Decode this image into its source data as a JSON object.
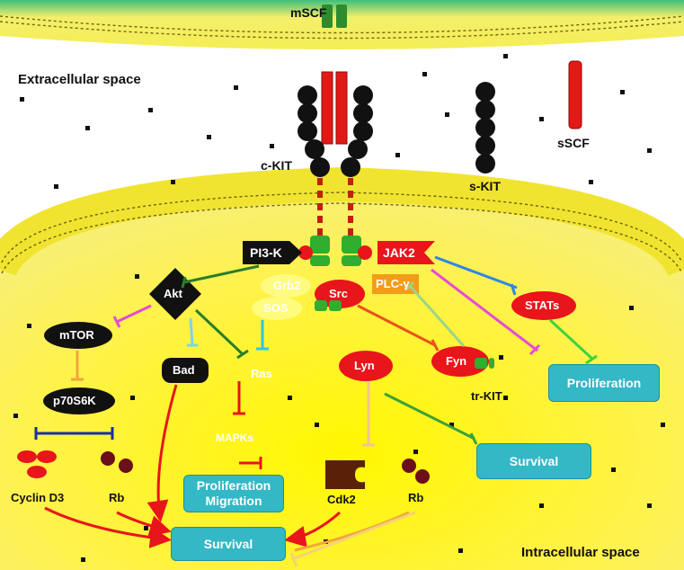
{
  "regions": {
    "extracellular": "Extracellular space",
    "intracellular": "Intracellular space"
  },
  "ligands": {
    "membrane_scf": "mSCF",
    "soluble_scf": "sSCF"
  },
  "receptors": {
    "ckit": "c-KIT",
    "skit": "s-KIT",
    "trkit": "tr-KIT"
  },
  "nodes": {
    "pi3k": "PI3-K",
    "jak2": "JAK2",
    "akt": "Akt",
    "grb2": "Grb2",
    "sos": "SOS",
    "src": "Src",
    "plcg": "PLC-γ",
    "stats": "STATs",
    "mtor": "mTOR",
    "bad": "Bad",
    "ras": "Ras",
    "lyn": "Lyn",
    "fyn": "Fyn",
    "p70s6k": "p70S6K",
    "mapks": "MAPKs",
    "cyclin": "Cyclin D3",
    "rb_left": "Rb",
    "cdk2": "Cdk2",
    "rb_right": "Rb"
  },
  "outcomes": {
    "proliferation_migration": "Proliferation\nMigration",
    "survival_center": "Survival",
    "survival_bottom": "Survival",
    "proliferation_right": "Proliferation"
  },
  "colors": {
    "membrane": "#f3e224",
    "cytoplasm": "#fff23a",
    "outcome_box": "#33b8c6",
    "oval_red": "#e8151b",
    "ligand_green": "#2e8b2e"
  }
}
